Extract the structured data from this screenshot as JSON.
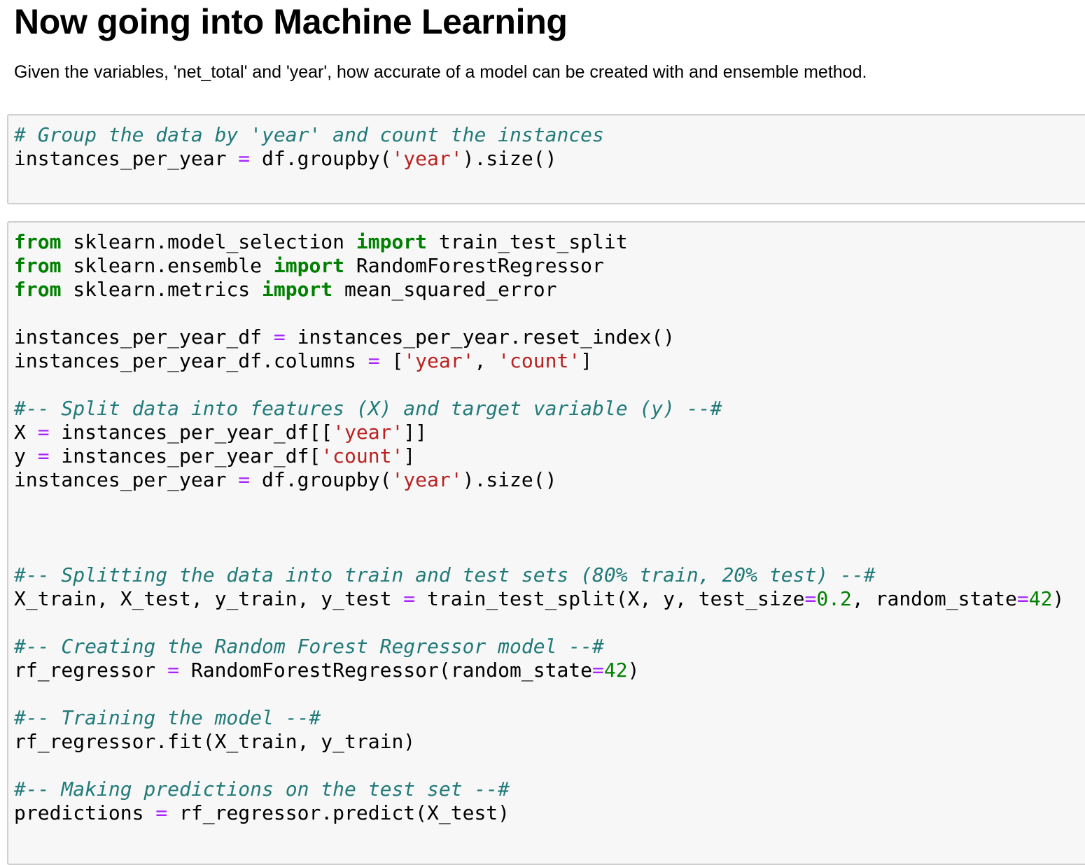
{
  "heading": "Now going into Machine Learning",
  "description": "Given the variables, 'net_total' and 'year', how accurate of a model can be created with and ensemble method.",
  "cells": [
    {
      "lines": [
        [
          [
            "c",
            "# Group the data by 'year' and count the instances"
          ]
        ],
        [
          [
            "p",
            "instances_per_year "
          ],
          [
            "o",
            "="
          ],
          [
            "p",
            " df.groupby("
          ],
          [
            "s",
            "'year'"
          ],
          [
            "p",
            ").size()"
          ]
        ],
        []
      ]
    },
    {
      "lines": [
        [
          [
            "k",
            "from"
          ],
          [
            "p",
            " sklearn.model_selection "
          ],
          [
            "k",
            "import"
          ],
          [
            "p",
            " train_test_split"
          ]
        ],
        [
          [
            "k",
            "from"
          ],
          [
            "p",
            " sklearn.ensemble "
          ],
          [
            "k",
            "import"
          ],
          [
            "p",
            " RandomForestRegressor"
          ]
        ],
        [
          [
            "k",
            "from"
          ],
          [
            "p",
            " sklearn.metrics "
          ],
          [
            "k",
            "import"
          ],
          [
            "p",
            " mean_squared_error"
          ]
        ],
        [],
        [
          [
            "p",
            "instances_per_year_df "
          ],
          [
            "o",
            "="
          ],
          [
            "p",
            " instances_per_year.reset_index()"
          ]
        ],
        [
          [
            "p",
            "instances_per_year_df.columns "
          ],
          [
            "o",
            "="
          ],
          [
            "p",
            " ["
          ],
          [
            "s",
            "'year'"
          ],
          [
            "p",
            ", "
          ],
          [
            "s",
            "'count'"
          ],
          [
            "p",
            "]"
          ]
        ],
        [],
        [
          [
            "c",
            "#-- Split data into features (X) and target variable (y) --#"
          ]
        ],
        [
          [
            "p",
            "X "
          ],
          [
            "o",
            "="
          ],
          [
            "p",
            " instances_per_year_df[["
          ],
          [
            "s",
            "'year'"
          ],
          [
            "p",
            "]]"
          ]
        ],
        [
          [
            "p",
            "y "
          ],
          [
            "o",
            "="
          ],
          [
            "p",
            " instances_per_year_df["
          ],
          [
            "s",
            "'count'"
          ],
          [
            "p",
            "]"
          ]
        ],
        [
          [
            "p",
            "instances_per_year "
          ],
          [
            "o",
            "="
          ],
          [
            "p",
            " df.groupby("
          ],
          [
            "s",
            "'year'"
          ],
          [
            "p",
            ").size()"
          ]
        ],
        [],
        [],
        [],
        [
          [
            "c",
            "#-- Splitting the data into train and test sets (80% train, 20% test) --#"
          ]
        ],
        [
          [
            "p",
            "X_train, X_test, y_train, y_test "
          ],
          [
            "o",
            "="
          ],
          [
            "p",
            " train_test_split(X, y, test_size"
          ],
          [
            "o",
            "="
          ],
          [
            "n",
            "0.2"
          ],
          [
            "p",
            ", random_state"
          ],
          [
            "o",
            "="
          ],
          [
            "n",
            "42"
          ],
          [
            "p",
            ")"
          ]
        ],
        [],
        [
          [
            "c",
            "#-- Creating the Random Forest Regressor model --#"
          ]
        ],
        [
          [
            "p",
            "rf_regressor "
          ],
          [
            "o",
            "="
          ],
          [
            "p",
            " RandomForestRegressor(random_state"
          ],
          [
            "o",
            "="
          ],
          [
            "n",
            "42"
          ],
          [
            "p",
            ")"
          ]
        ],
        [],
        [
          [
            "c",
            "#-- Training the model --#"
          ]
        ],
        [
          [
            "p",
            "rf_regressor.fit(X_train, y_train)"
          ]
        ],
        [],
        [
          [
            "c",
            "#-- Making predictions on the test set --#"
          ]
        ],
        [
          [
            "p",
            "predictions "
          ],
          [
            "o",
            "="
          ],
          [
            "p",
            " rf_regressor.predict(X_test)"
          ]
        ]
      ]
    }
  ]
}
